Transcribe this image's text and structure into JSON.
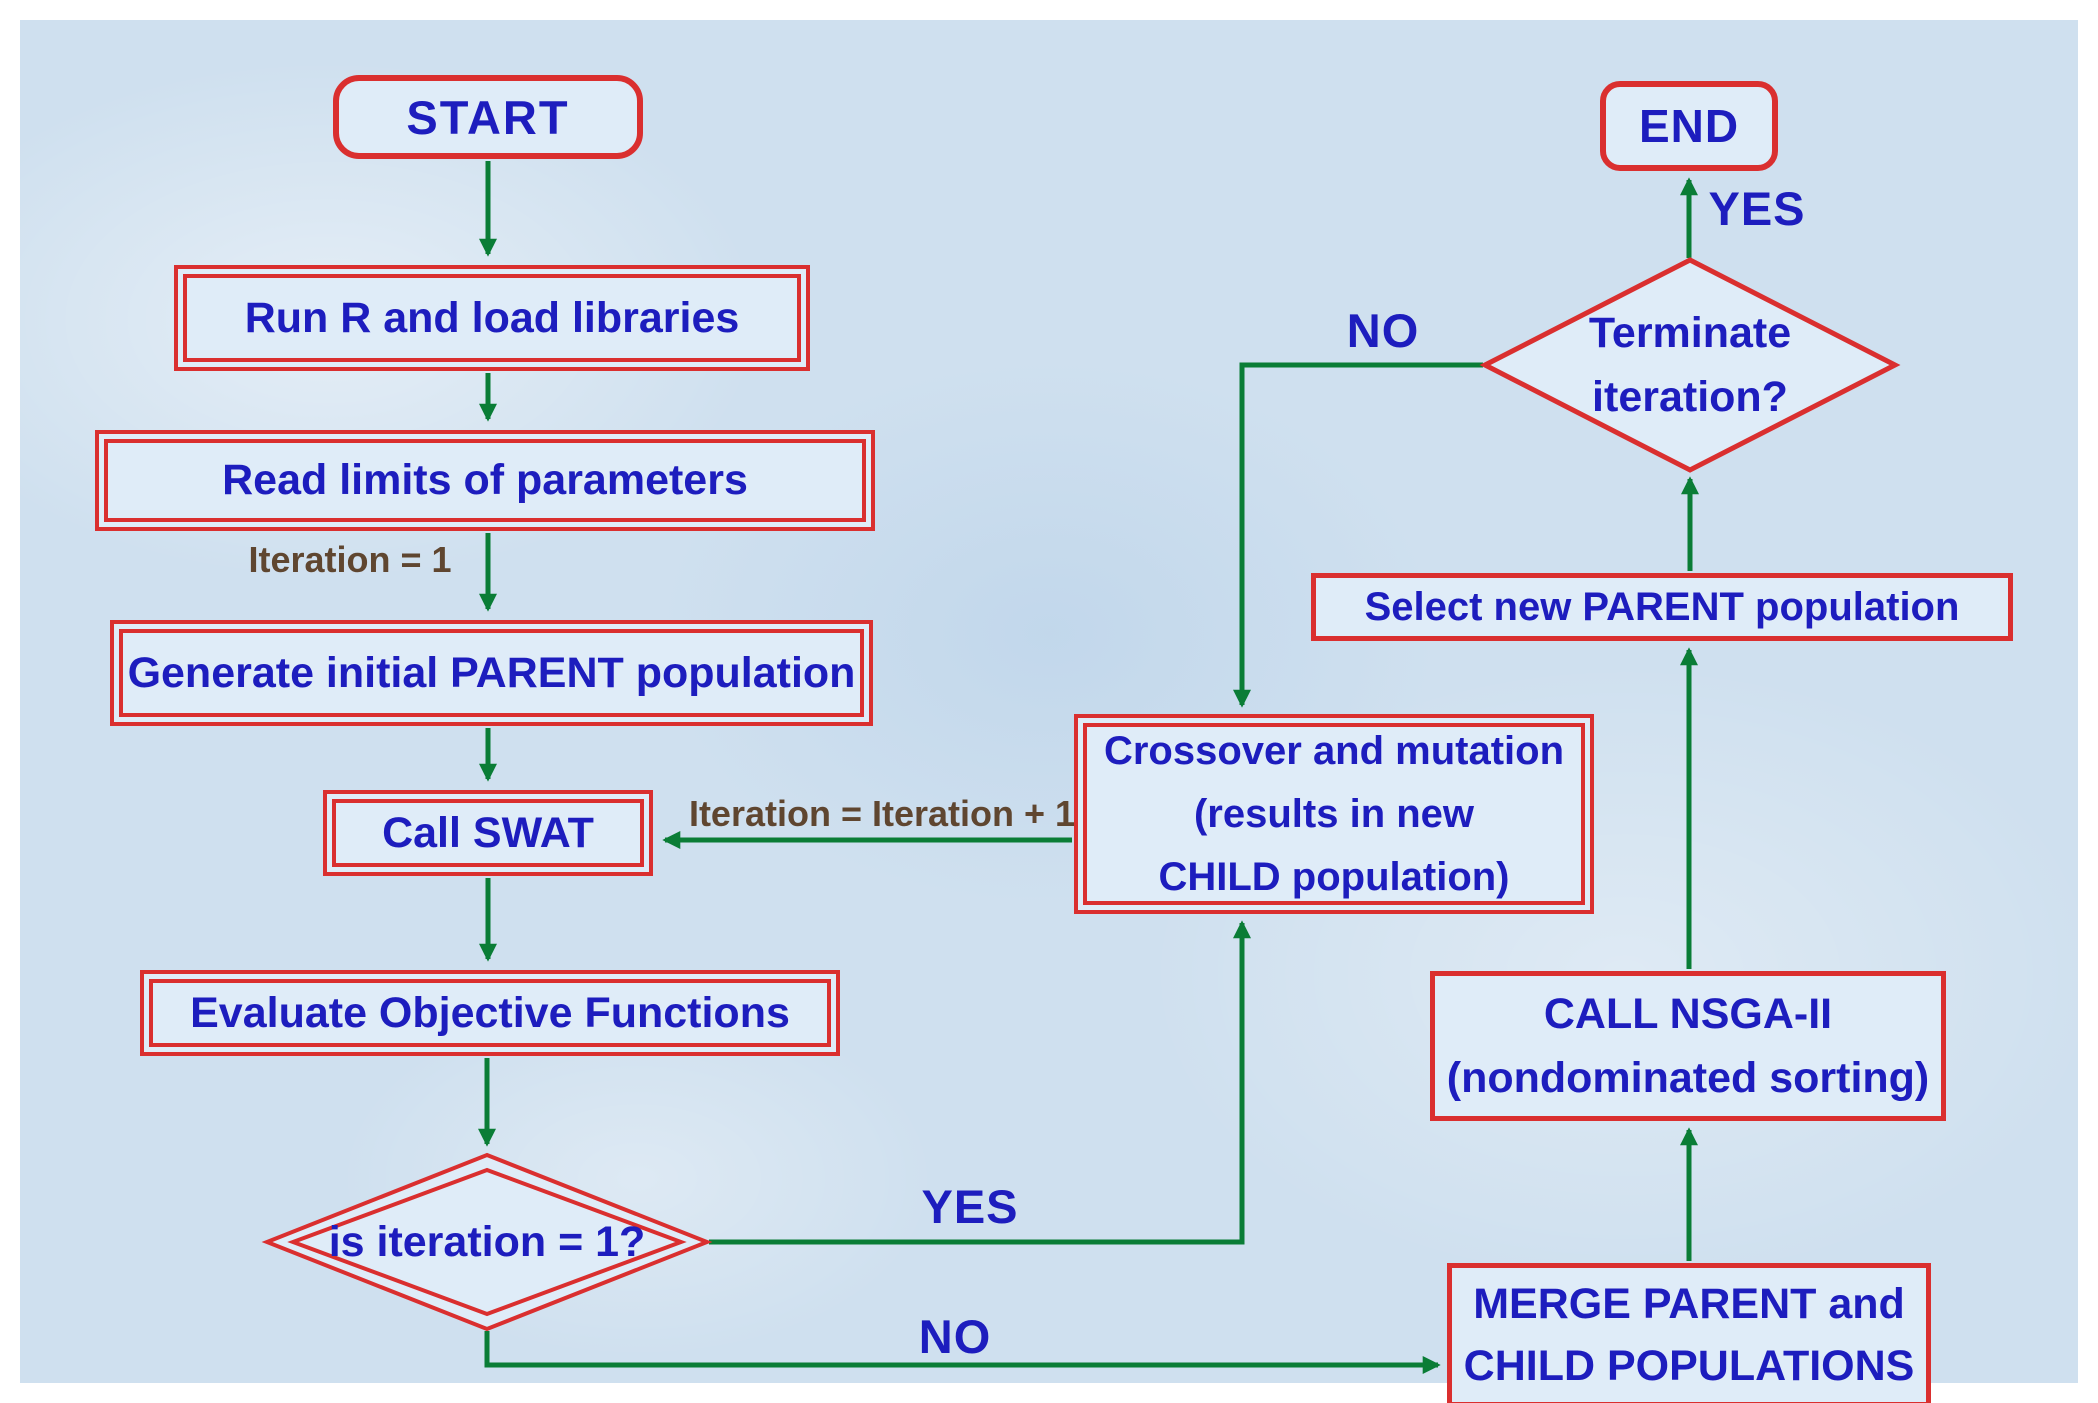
{
  "palette": {
    "background": "#cfe0ef",
    "box_fill": "#dfecf8",
    "box_border": "#da2f2f",
    "text_blue": "#1d1dbe",
    "arrow_green": "#0a7d36",
    "label_brown": "#5f4630"
  },
  "nodes": {
    "start": {
      "label": "START"
    },
    "run_r": {
      "label": "Run R and load libraries"
    },
    "read_limits": {
      "label": "Read limits of parameters"
    },
    "generate_parent": {
      "label": "Generate initial PARENT population"
    },
    "call_swat": {
      "label": "Call SWAT"
    },
    "evaluate": {
      "label": "Evaluate Objective Functions"
    },
    "iteration_check": {
      "label": "is iteration = 1?"
    },
    "crossover": {
      "lines": [
        "Crossover and mutation",
        "(results in new",
        "CHILD population)"
      ]
    },
    "merge": {
      "lines": [
        "MERGE PARENT and",
        "CHILD POPULATIONS"
      ]
    },
    "nsga": {
      "lines": [
        "CALL NSGA-II",
        "(nondominated sorting)"
      ]
    },
    "select_parent": {
      "label": "Select new PARENT population"
    },
    "terminate_check": {
      "lines": [
        "Terminate",
        "iteration?"
      ]
    },
    "end": {
      "label": "END"
    }
  },
  "edge_labels": {
    "iteration_init": "Iteration = 1",
    "iteration_increment": "Iteration = Iteration + 1",
    "yes_iteration": "YES",
    "no_iteration": "NO",
    "yes_terminate": "YES",
    "no_terminate": "NO"
  },
  "edges": [
    {
      "from": "start",
      "to": "run_r",
      "label": ""
    },
    {
      "from": "run_r",
      "to": "read_limits",
      "label": ""
    },
    {
      "from": "read_limits",
      "to": "generate_parent",
      "label": "Iteration = 1"
    },
    {
      "from": "generate_parent",
      "to": "call_swat",
      "label": ""
    },
    {
      "from": "call_swat",
      "to": "evaluate",
      "label": ""
    },
    {
      "from": "evaluate",
      "to": "iteration_check",
      "label": ""
    },
    {
      "from": "iteration_check",
      "to": "crossover",
      "label": "YES"
    },
    {
      "from": "iteration_check",
      "to": "merge",
      "label": "NO"
    },
    {
      "from": "merge",
      "to": "nsga",
      "label": ""
    },
    {
      "from": "nsga",
      "to": "select_parent",
      "label": ""
    },
    {
      "from": "select_parent",
      "to": "terminate_check",
      "label": ""
    },
    {
      "from": "terminate_check",
      "to": "end",
      "label": "YES"
    },
    {
      "from": "terminate_check",
      "to": "crossover",
      "label": "NO"
    },
    {
      "from": "crossover",
      "to": "call_swat",
      "label": "Iteration = Iteration + 1"
    }
  ]
}
